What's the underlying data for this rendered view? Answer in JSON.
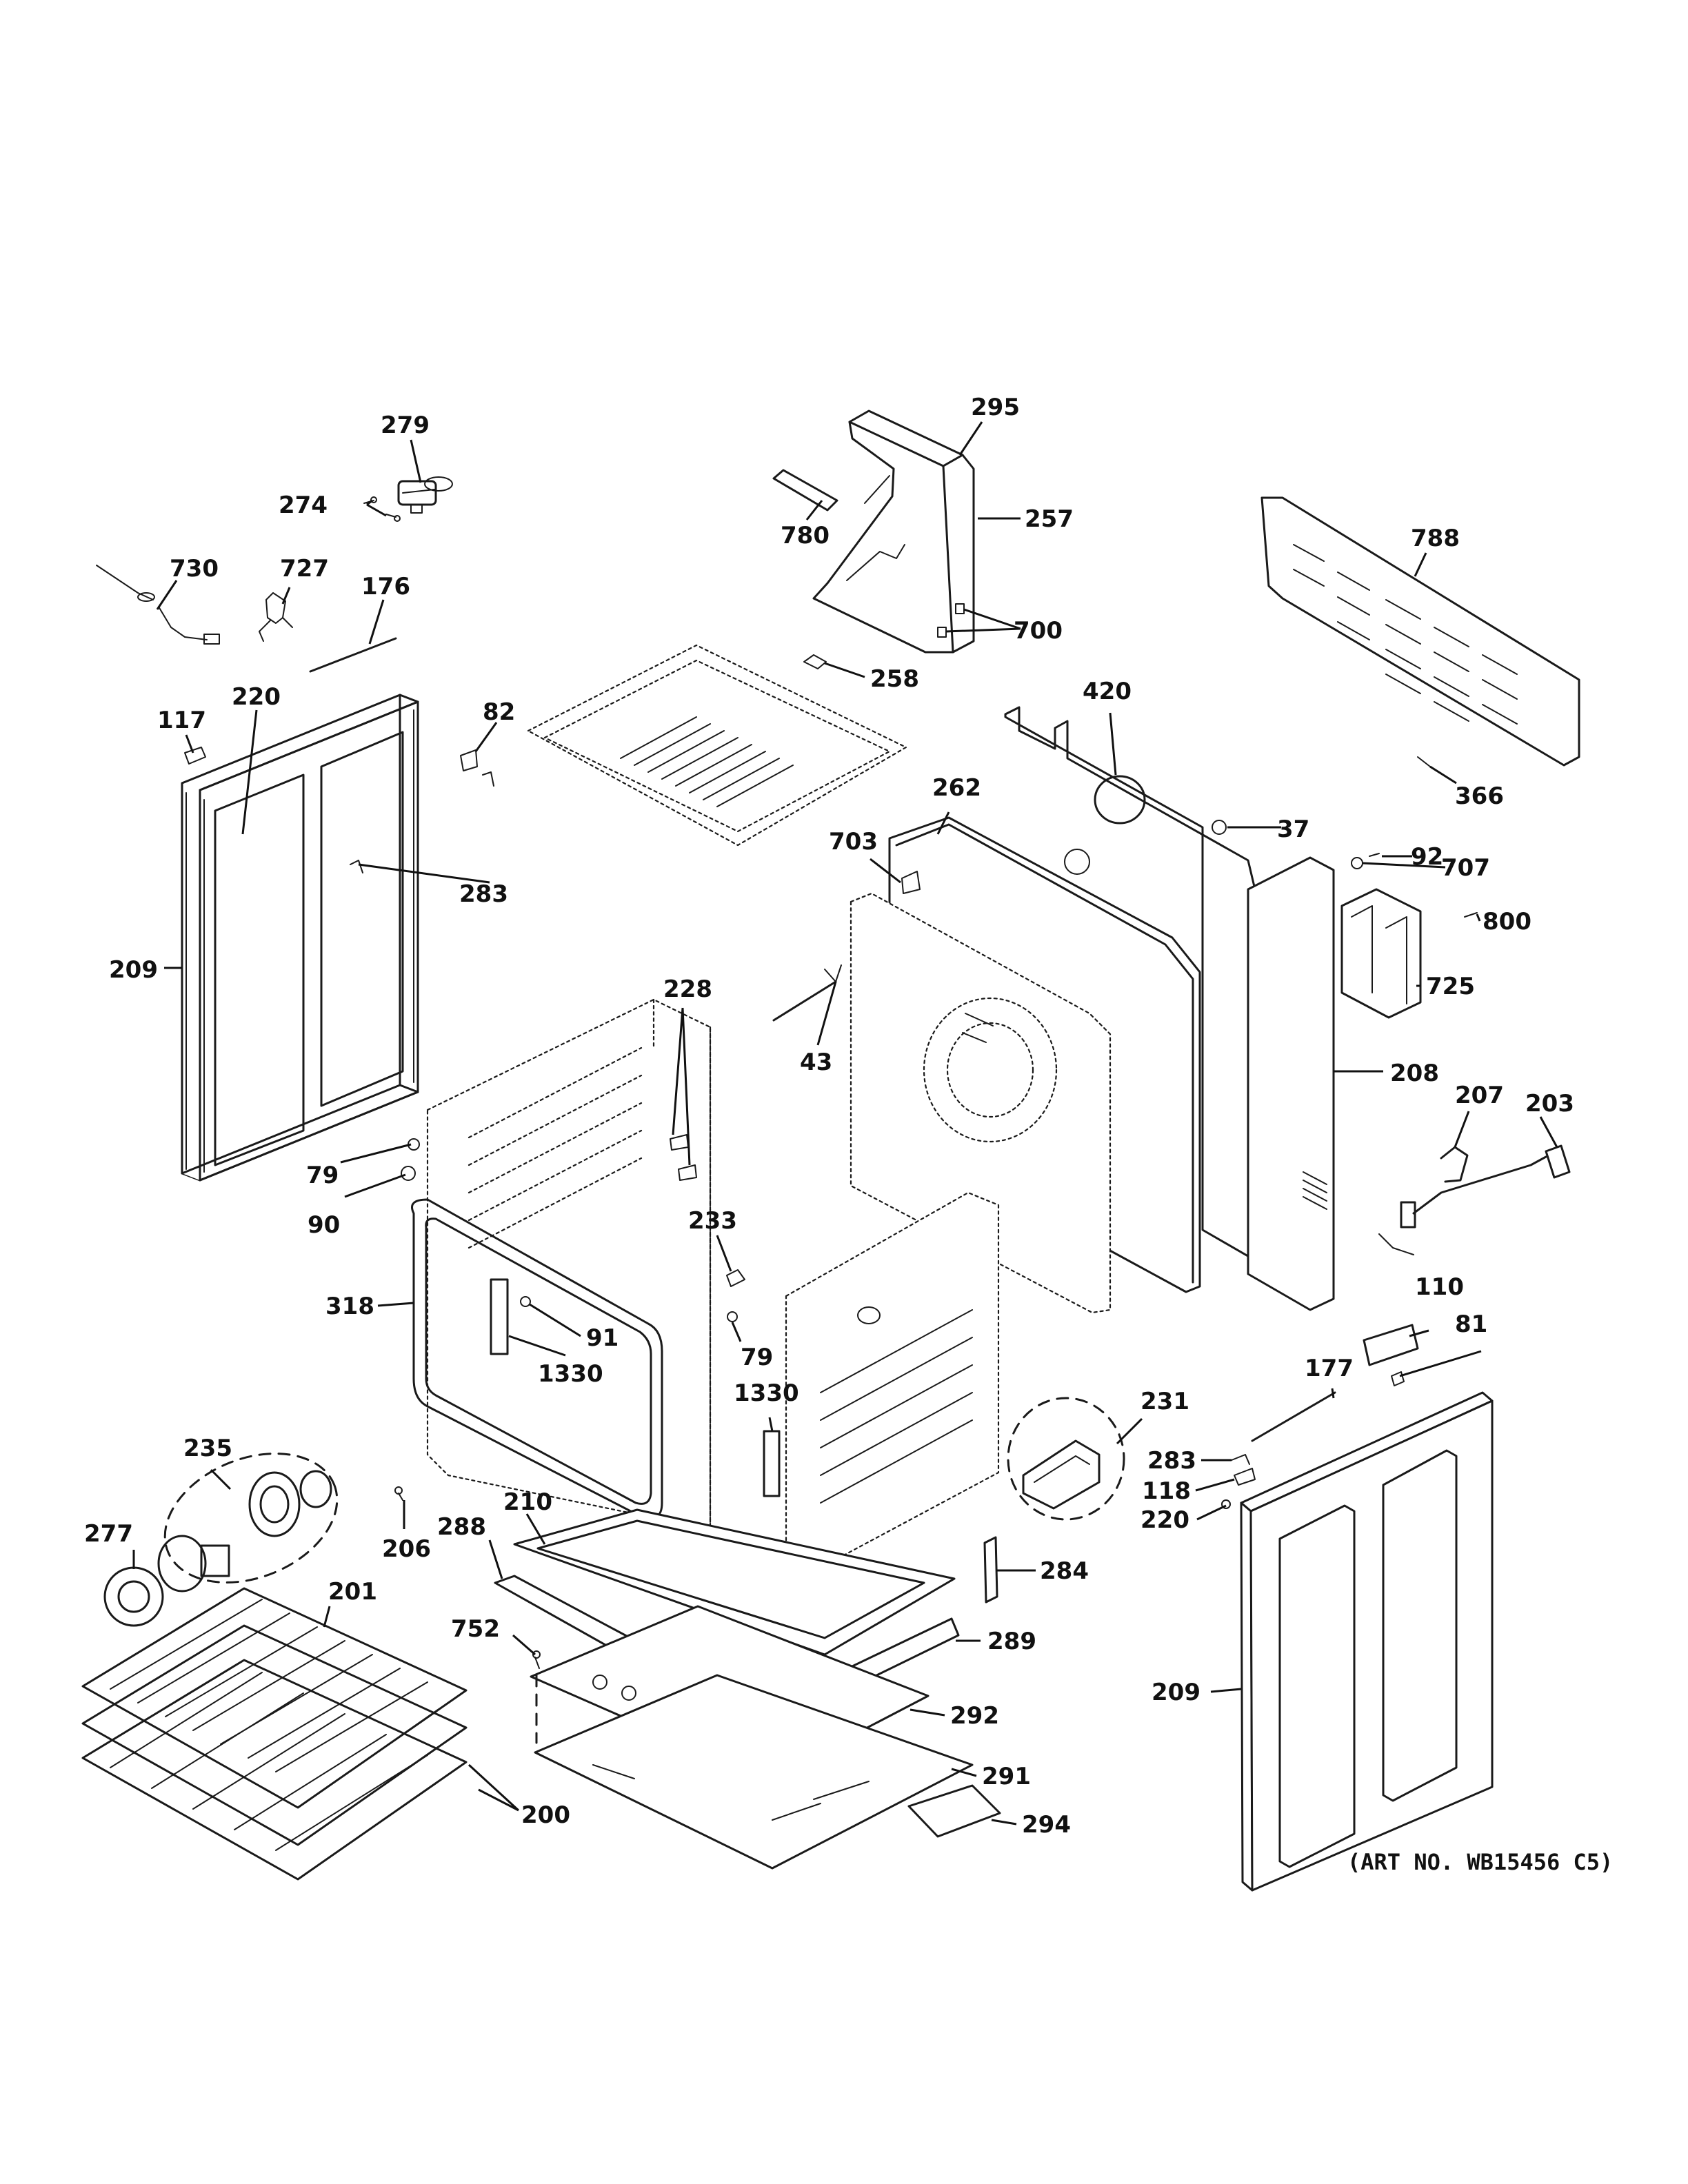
{
  "art_number": "(ART NO. WB15456 C5)",
  "labels": {
    "p279": "279",
    "p274": "274",
    "p730": "730",
    "p727": "727",
    "p176": "176",
    "p117": "117",
    "p220a": "220",
    "p82": "82",
    "p283a": "283",
    "p209a": "209",
    "p295": "295",
    "p780": "780",
    "p257": "257",
    "p700": "700",
    "p258": "258",
    "p788": "788",
    "p366": "366",
    "p420": "420",
    "p262": "262",
    "p703": "703",
    "p37": "37",
    "p92": "92",
    "p707": "707",
    "p800": "800",
    "p725": "725",
    "p208": "208",
    "p207": "207",
    "p203": "203",
    "p228": "228",
    "p43": "43",
    "p79a": "79",
    "p90": "90",
    "p233": "233",
    "p79b": "79",
    "p318": "318",
    "p91": "91",
    "p1330a": "1330",
    "p1330b": "1330",
    "p110": "110",
    "p81": "81",
    "p177": "177",
    "p231": "231",
    "p283b": "283",
    "p118": "118",
    "p220b": "220",
    "p235": "235",
    "p277": "277",
    "p206": "206",
    "p210": "210",
    "p288": "288",
    "p284": "284",
    "p201": "201",
    "p752": "752",
    "p289": "289",
    "p292": "292",
    "p291": "291",
    "p294": "294",
    "p200": "200",
    "p209b": "209"
  }
}
